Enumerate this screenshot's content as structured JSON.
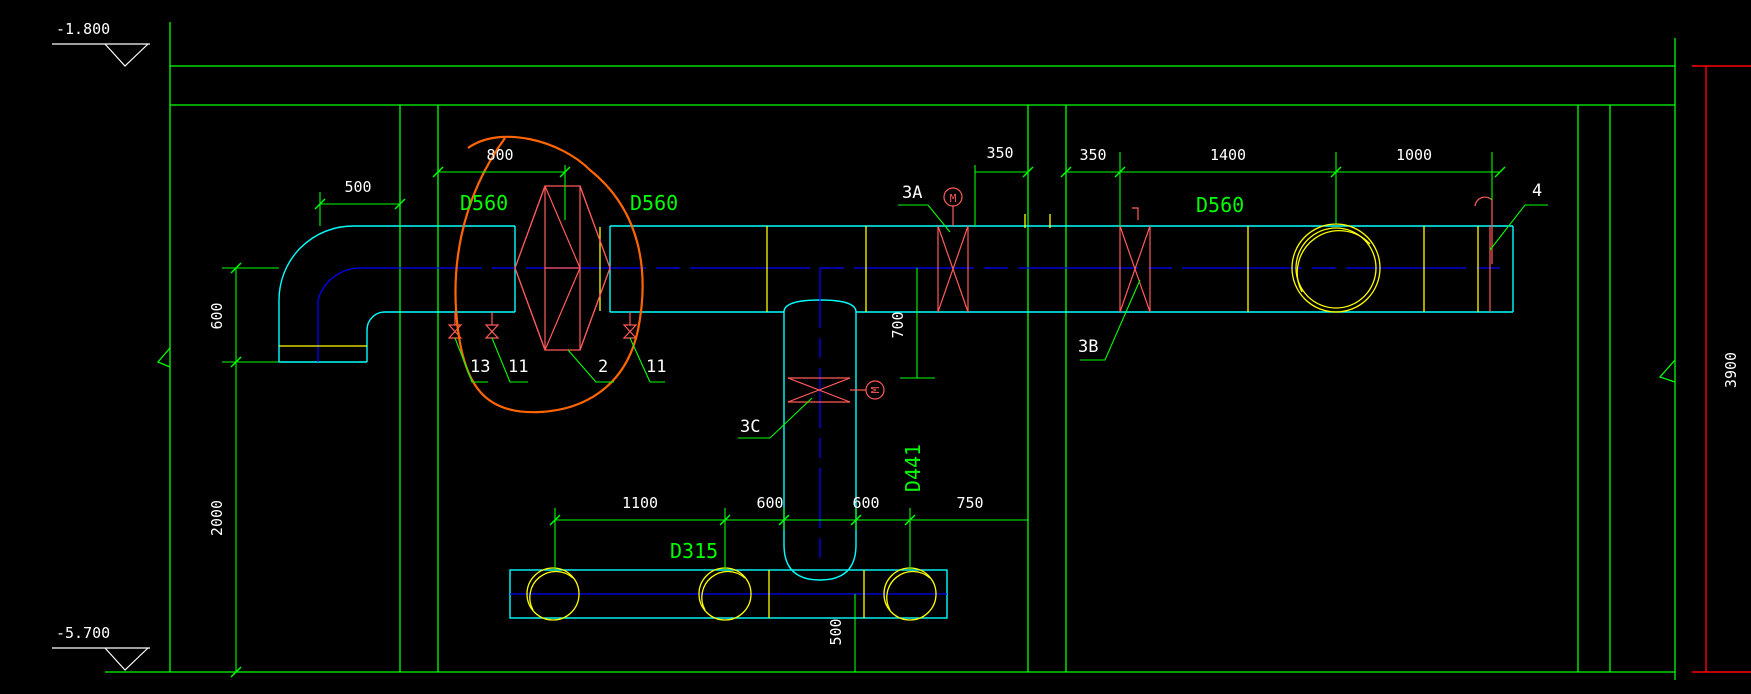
{
  "levels": {
    "top": "-1.800",
    "bottom": "-5.700"
  },
  "dims": {
    "d500a": "500",
    "d800": "800",
    "d350a": "350",
    "d350b": "350",
    "d1400": "1400",
    "d1000": "1000",
    "d600v": "600",
    "d700v": "700",
    "d2000v": "2000",
    "d3900v": "3900",
    "d1100": "1100",
    "d600a": "600",
    "d600b": "600",
    "d750": "750",
    "d500v": "500"
  },
  "ducts": {
    "main1": "D560",
    "main2": "D560",
    "main3": "D560",
    "branch": "D441",
    "lower": "D315"
  },
  "tags": {
    "t3a": "3A",
    "t3b": "3B",
    "t3c": "3C",
    "t4": "4",
    "t13": "13",
    "t11a": "11",
    "t2": "2",
    "t11b": "11"
  },
  "motor_symbols": {
    "m1": "M",
    "m2": "M"
  },
  "colors": {
    "background": "#000000",
    "wall": "#00ff00",
    "duct": "#00ffff",
    "centerline": "#0000ff",
    "fitting": "#ffff00",
    "equipment": "#ff5a5a",
    "highlight": "#ff6600",
    "section_line": "#ff0000",
    "text": "#ffffff",
    "label": "#00ff00"
  }
}
